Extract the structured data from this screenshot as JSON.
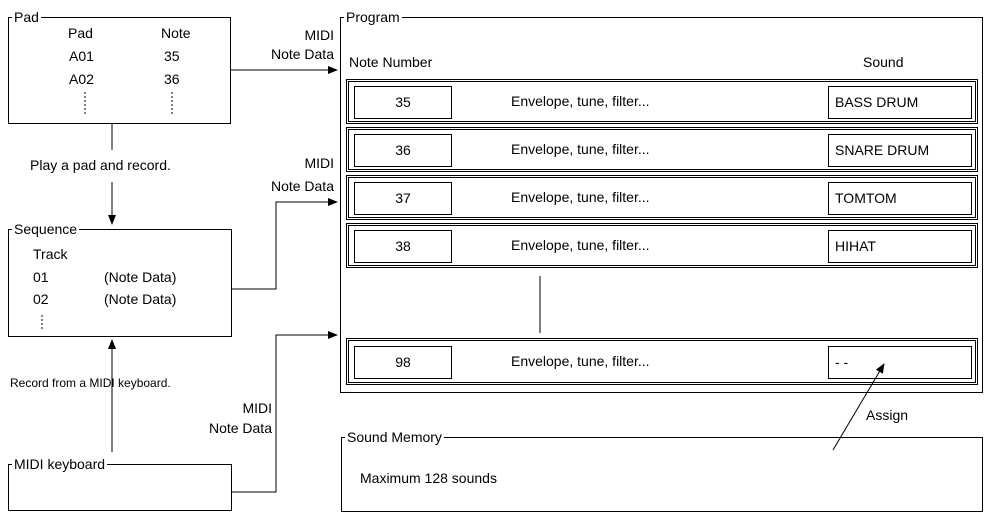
{
  "pad": {
    "title": "Pad",
    "col_pad": "Pad",
    "col_note": "Note",
    "rows": [
      {
        "pad": "A01",
        "note": "35"
      },
      {
        "pad": "A02",
        "note": "36"
      }
    ]
  },
  "sequence": {
    "title": "Sequence",
    "col_track": "Track",
    "rows": [
      {
        "track": "01",
        "data": "(Note Data)"
      },
      {
        "track": "02",
        "data": "(Note Data)"
      }
    ]
  },
  "keyboard": {
    "title": "MIDI keyboard"
  },
  "labels": {
    "midi_note_data_1": [
      "MIDI",
      "Note Data"
    ],
    "midi_note_data_2": [
      "MIDI",
      "Note Data"
    ],
    "midi_note_data_3": [
      "MIDI",
      "Note Data"
    ],
    "play_record": "Play a pad and record.",
    "record_midi": "Record from a MIDI keyboard.",
    "assign": "Assign"
  },
  "program": {
    "title": "Program",
    "col_note_number": "Note Number",
    "col_sound": "Sound",
    "rows": [
      {
        "note": "35",
        "params": "Envelope, tune, filter...",
        "sound": "BASS DRUM"
      },
      {
        "note": "36",
        "params": "Envelope, tune, filter...",
        "sound": "SNARE DRUM"
      },
      {
        "note": "37",
        "params": "Envelope, tune, filter...",
        "sound": "TOMTOM"
      },
      {
        "note": "38",
        "params": "Envelope, tune, filter...",
        "sound": "HIHAT"
      },
      {
        "note": "98",
        "params": "Envelope, tune, filter...",
        "sound": "- -"
      }
    ]
  },
  "sound_memory": {
    "title": "Sound Memory",
    "text": "Maximum 128 sounds"
  }
}
